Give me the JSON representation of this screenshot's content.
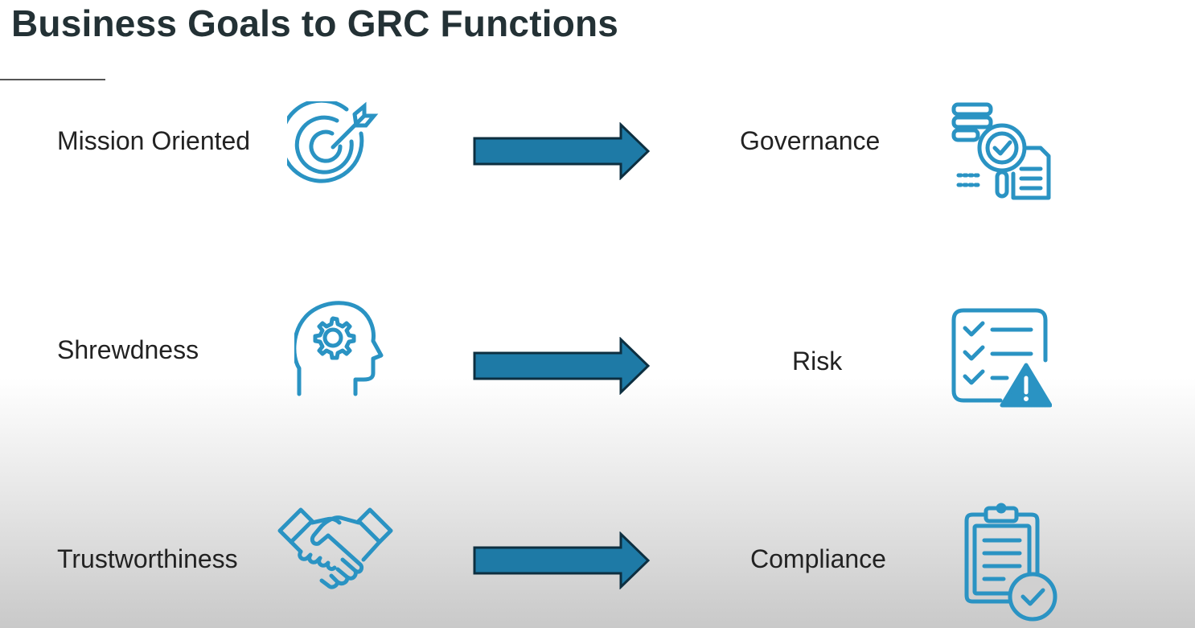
{
  "title": "Business Goals to GRC Functions",
  "rows": [
    {
      "goal": "Mission Oriented",
      "goal_icon": "target-arrow-icon",
      "function": "Governance",
      "function_icon": "governance-audit-icon"
    },
    {
      "goal": "Shrewdness",
      "goal_icon": "head-gear-icon",
      "function": "Risk",
      "function_icon": "checklist-warning-icon"
    },
    {
      "goal": "Trustworthiness",
      "goal_icon": "handshake-icon",
      "function": "Compliance",
      "function_icon": "clipboard-check-icon"
    }
  ],
  "colors": {
    "title": "#233135",
    "icon": "#2a93c3",
    "arrow_fill": "#1e7aa6",
    "arrow_stroke": "#0d2f40"
  }
}
